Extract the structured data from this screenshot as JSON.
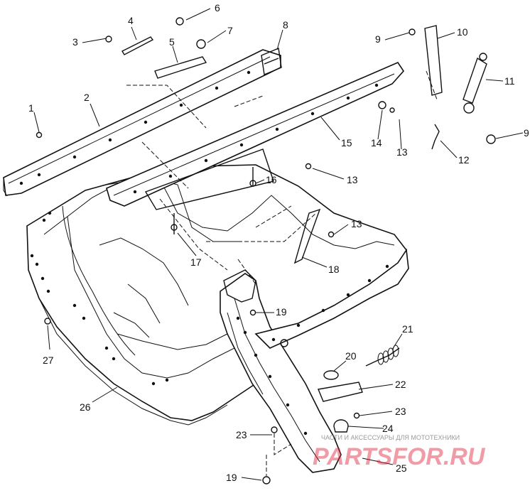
{
  "diagram": {
    "callouts": {
      "c1": "1",
      "c2": "2",
      "c3": "3",
      "c4": "4",
      "c5": "5",
      "c6": "6",
      "c7": "7",
      "c8": "8",
      "c9a": "9",
      "c9b": "9",
      "c10": "10",
      "c11": "11",
      "c12": "12",
      "c13a": "13",
      "c13b": "13",
      "c13c": "13",
      "c14": "14",
      "c15": "15",
      "c16": "16",
      "c17": "17",
      "c18": "18",
      "c19a": "19",
      "c19b": "19",
      "c20": "20",
      "c21": "21",
      "c22": "22",
      "c23a": "23",
      "c23b": "23",
      "c24": "24",
      "c25": "25",
      "c26": "26",
      "c27": "27"
    }
  },
  "watermark": {
    "tagline": "ЧАСТИ И АКСЕССУАРЫ ДЛЯ МОТОТЕХНИКИ",
    "brand": "PARTSFOR.RU"
  },
  "colors": {
    "line": "#111111",
    "watermark_brand": "#e0223a",
    "background": "#ffffff"
  }
}
